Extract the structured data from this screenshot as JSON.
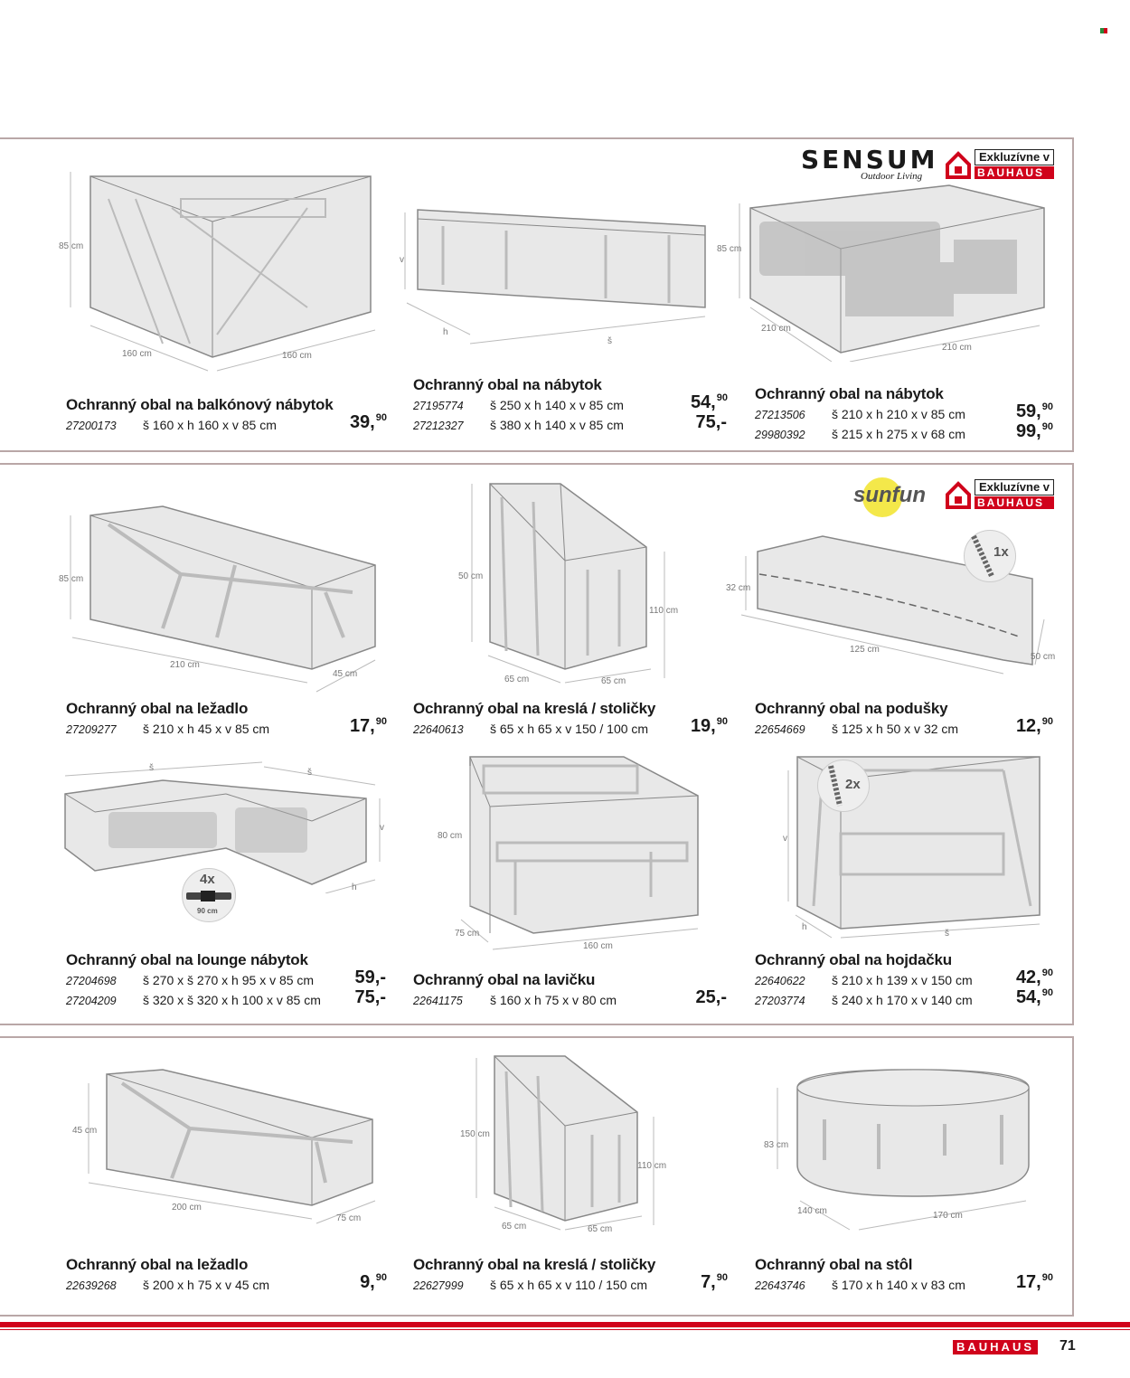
{
  "page_number": "71",
  "footer_logo": "BAUHAUS",
  "colors": {
    "accent": "#d0021b",
    "frame": "#b9a7a7",
    "text": "#1a1a1a"
  },
  "badges": {
    "exclusive_label": "Exkluzívne v",
    "bauhaus_label": "BAUHAUS",
    "sensum_brand": "SENSUM",
    "sensum_sub": "Outdoor Living",
    "sunfun_brand": "sunfun"
  },
  "products": [
    {
      "title": "Ochranný obal na balkónový nábytok",
      "variants": [
        {
          "code": "27200173",
          "dims": "š 160 x h 160 x v 85 cm",
          "price_main": "39,",
          "price_sup": "90"
        }
      ],
      "dim_labels": [
        "85 cm",
        "160 cm",
        "160 cm"
      ]
    },
    {
      "title": "Ochranný obal na nábytok",
      "variants": [
        {
          "code": "27195774",
          "dims": "š 250 x h 140 x v 85 cm",
          "price_main": "54,",
          "price_sup": "90"
        },
        {
          "code": "27212327",
          "dims": "š 380 x h 140 x v 85 cm",
          "price_main": "75,-",
          "price_sup": ""
        }
      ],
      "dim_labels": [
        "v",
        "h",
        "š"
      ]
    },
    {
      "title": "Ochranný obal na nábytok",
      "variants": [
        {
          "code": "27213506",
          "dims": "š 210 x h 210 x v 85 cm",
          "price_main": "59,",
          "price_sup": "90"
        },
        {
          "code": "29980392",
          "dims": "š 215 x h 275 x v 68 cm",
          "price_main": "99,",
          "price_sup": "90"
        }
      ],
      "dim_labels": [
        "85 cm",
        "210 cm",
        "210 cm"
      ]
    },
    {
      "title": "Ochranný obal na ležadlo",
      "variants": [
        {
          "code": "27209277",
          "dims": "š 210 x h 45 x v 85 cm",
          "price_main": "17,",
          "price_sup": "90"
        }
      ],
      "dim_labels": [
        "85 cm",
        "210 cm",
        "45 cm"
      ]
    },
    {
      "title": "Ochranný obal na kreslá / stoličky",
      "variants": [
        {
          "code": "22640613",
          "dims": "š 65 x h 65 x v 150 / 100 cm",
          "price_main": "19,",
          "price_sup": "90"
        }
      ],
      "dim_labels": [
        "50 cm",
        "110 cm",
        "65 cm",
        "65 cm"
      ]
    },
    {
      "title": "Ochranný obal na podušky",
      "variants": [
        {
          "code": "22654669",
          "dims": "š 125 x h 50 x v 32 cm",
          "price_main": "12,",
          "price_sup": "90"
        }
      ],
      "dim_labels": [
        "32 cm",
        "125 cm",
        "50 cm"
      ],
      "zipper_badge": "1x"
    },
    {
      "title": "Ochranný obal na lounge nábytok",
      "variants": [
        {
          "code": "27204698",
          "dims": "š 270 x š 270 x h 95 x v 85 cm",
          "price_main": "59,-",
          "price_sup": ""
        },
        {
          "code": "27204209",
          "dims": "š 320 x š 320 x h 100 x v 85 cm",
          "price_main": "75,-",
          "price_sup": ""
        }
      ],
      "dim_labels": [
        "š",
        "š",
        "v",
        "h"
      ],
      "strap_badge": "4x",
      "strap_len": "90 cm"
    },
    {
      "title": "Ochranný obal na lavičku",
      "variants": [
        {
          "code": "22641175",
          "dims": "š 160 x h 75 x v 80 cm",
          "price_main": "25,-",
          "price_sup": ""
        }
      ],
      "dim_labels": [
        "80 cm",
        "75 cm",
        "160 cm"
      ]
    },
    {
      "title": "Ochranný obal na hojdačku",
      "variants": [
        {
          "code": "22640622",
          "dims": "š 210 x h 139 x v 150 cm",
          "price_main": "42,",
          "price_sup": "90"
        },
        {
          "code": "27203774",
          "dims": "š 240 x h 170 x v 140 cm",
          "price_main": "54,",
          "price_sup": "90"
        }
      ],
      "dim_labels": [
        "v",
        "h",
        "š"
      ],
      "zipper_badge": "2x"
    },
    {
      "title": "Ochranný obal na ležadlo",
      "variants": [
        {
          "code": "22639268",
          "dims": "š 200 x h 75 x v 45 cm",
          "price_main": "9,",
          "price_sup": "90"
        }
      ],
      "dim_labels": [
        "45 cm",
        "200 cm",
        "75 cm"
      ]
    },
    {
      "title": "Ochranný obal na kreslá / stoličky",
      "variants": [
        {
          "code": "22627999",
          "dims": "š 65 x h 65 x v 110 / 150 cm",
          "price_main": "7,",
          "price_sup": "90"
        }
      ],
      "dim_labels": [
        "150 cm",
        "110 cm",
        "65 cm",
        "65 cm"
      ]
    },
    {
      "title": "Ochranný obal na stôl",
      "variants": [
        {
          "code": "22643746",
          "dims": "š 170 x h 140 x v 83 cm",
          "price_main": "17,",
          "price_sup": "90"
        }
      ],
      "dim_labels": [
        "83 cm",
        "140 cm",
        "170 cm"
      ]
    }
  ]
}
